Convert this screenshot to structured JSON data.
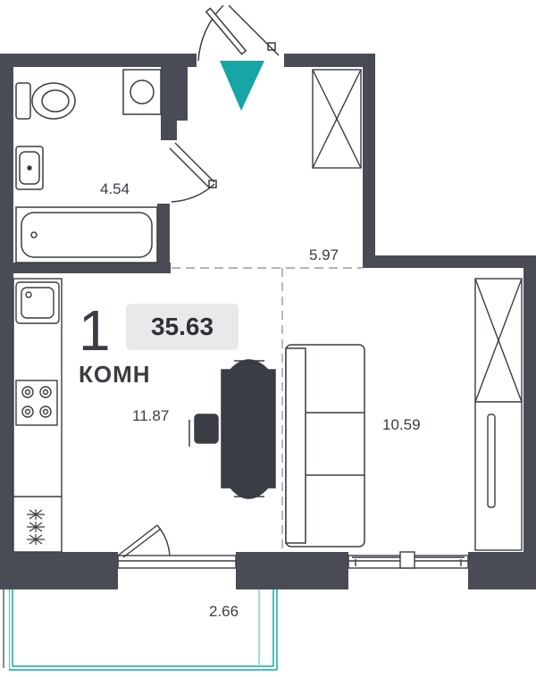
{
  "apartment": {
    "rooms_count": "1",
    "rooms_unit": "КОМН",
    "total_area": "35.63"
  },
  "rooms": {
    "bathroom_area": "4.54",
    "hallway_area": "5.97",
    "kitchen_area": "11.87",
    "living_area": "10.59",
    "balcony_area": "2.66"
  },
  "colors": {
    "wall": "#4a4c55",
    "accent": "#17a5a5",
    "balcony_glass": "#7fd1cf",
    "furniture": "#3a3d44",
    "badge": "#e9e9eb"
  },
  "icons": {
    "entrance": "entrance-arrow-icon"
  }
}
